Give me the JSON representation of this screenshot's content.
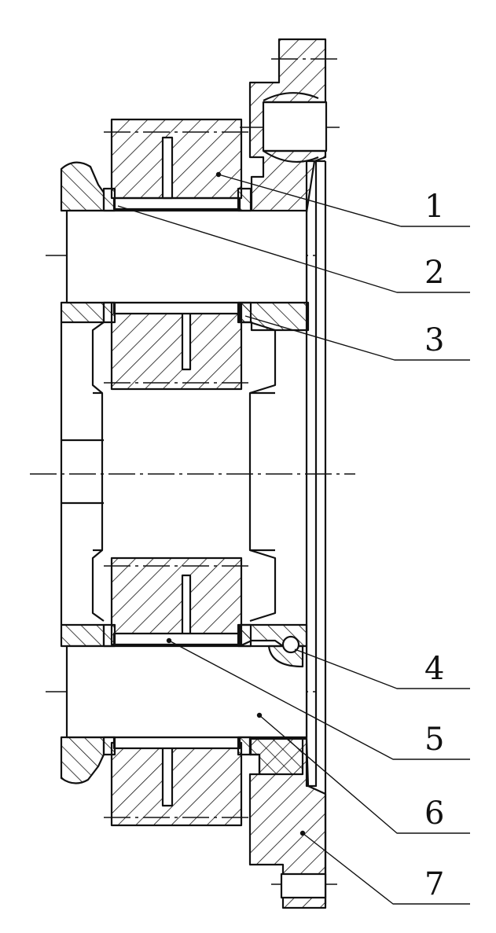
{
  "diagram": {
    "callouts": [
      {
        "id": "1",
        "label": "1"
      },
      {
        "id": "2",
        "label": "2"
      },
      {
        "id": "3",
        "label": "3"
      },
      {
        "id": "4",
        "label": "4"
      },
      {
        "id": "5",
        "label": "5"
      },
      {
        "id": "6",
        "label": "6"
      },
      {
        "id": "7",
        "label": "7"
      }
    ],
    "colors": {
      "ink": "#111111",
      "background": "#ffffff"
    }
  }
}
